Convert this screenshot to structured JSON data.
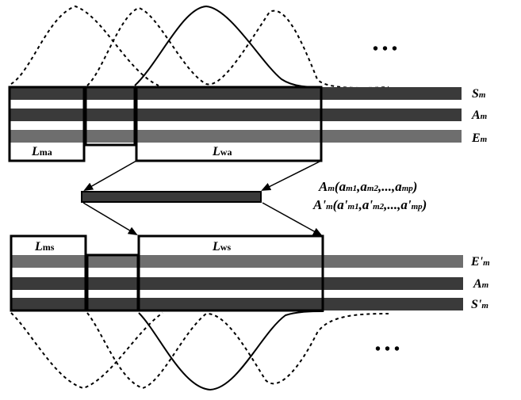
{
  "top": {
    "row_labels": {
      "s": "S",
      "a": "A",
      "e": "E"
    },
    "row_sub": "m",
    "box_analysis": {
      "main": "L",
      "sub": "ma"
    },
    "box_window": {
      "main": "L",
      "sub": "wa"
    },
    "ellipsis": "• • •"
  },
  "bottom": {
    "row_labels": {
      "e": "E'",
      "a": "A",
      "s": "S'"
    },
    "row_sub": "m",
    "box_analysis": {
      "main": "L",
      "sub": "ms"
    },
    "box_window": {
      "main": "L",
      "sub": "ws"
    },
    "ellipsis": "• • •"
  },
  "formula": {
    "line1": {
      "head": "A",
      "head_sub": "m",
      "open": "(a",
      "s1": "m1",
      "c1": ",a",
      "s2": "m2",
      "c2": ",...,a",
      "s3": "mp",
      "close": ")"
    },
    "line2": {
      "head": "A'",
      "head_sub": "m",
      "open": "(a'",
      "s1": "m1",
      "c1": ",a'",
      "s2": "m2",
      "c2": ",...,a'",
      "s3": "mp",
      "close": ")"
    }
  },
  "colors": {
    "dark_band": "#3a3a3a",
    "mid_band": "#6e6e6e",
    "stroke": "#000000"
  }
}
